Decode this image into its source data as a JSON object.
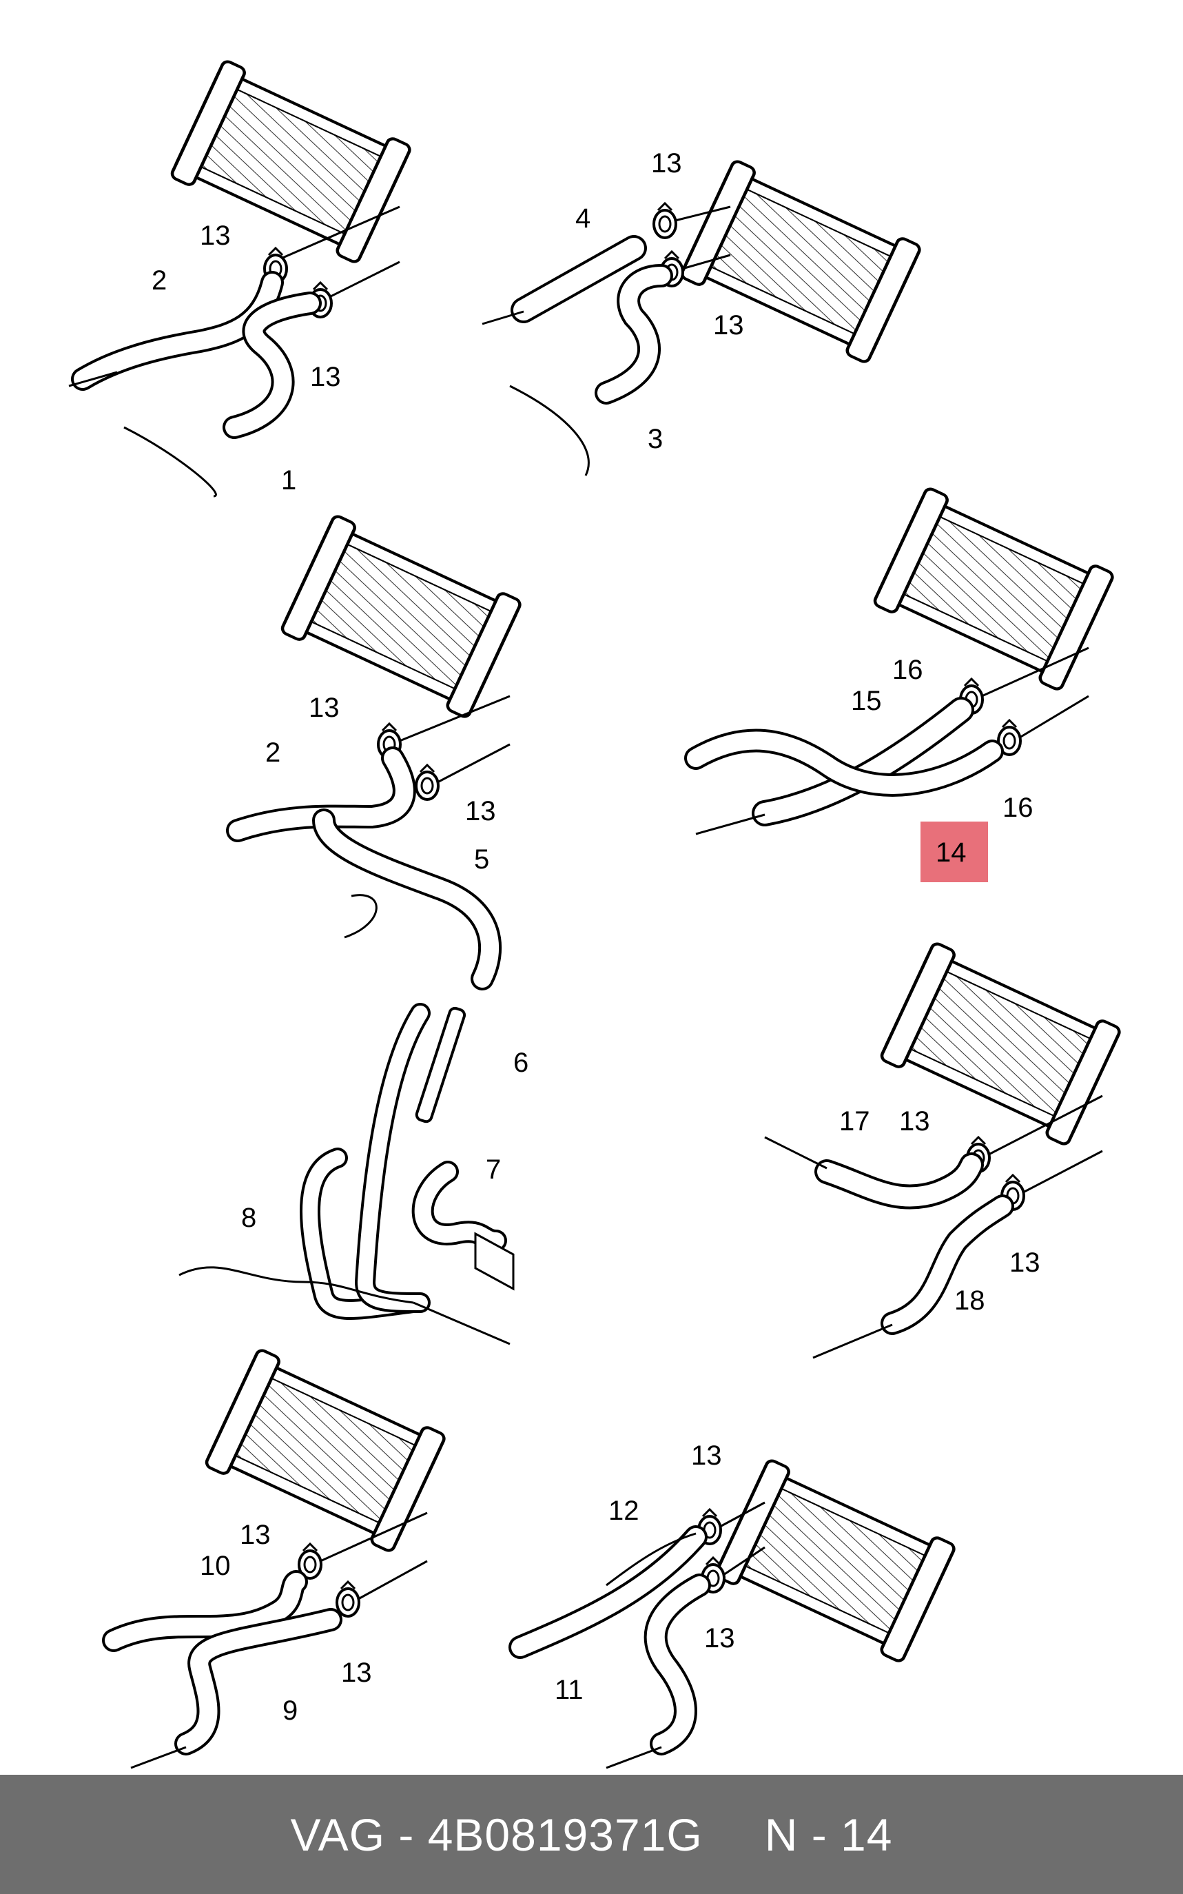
{
  "diagram": {
    "callouts": [
      "1",
      "2",
      "3",
      "4",
      "5",
      "6",
      "7",
      "8",
      "9",
      "10",
      "11",
      "12",
      "13",
      "14",
      "15",
      "16",
      "17",
      "18"
    ],
    "highlight_label": "14",
    "highlight_color": "#e8707a",
    "line_color": "#000000"
  },
  "footer": {
    "brand": "VAG",
    "separator": "-",
    "part_number": "4B0819371G",
    "position_label": "N - 14",
    "background_color": "#6e6e6e",
    "text_color": "#ffffff"
  }
}
